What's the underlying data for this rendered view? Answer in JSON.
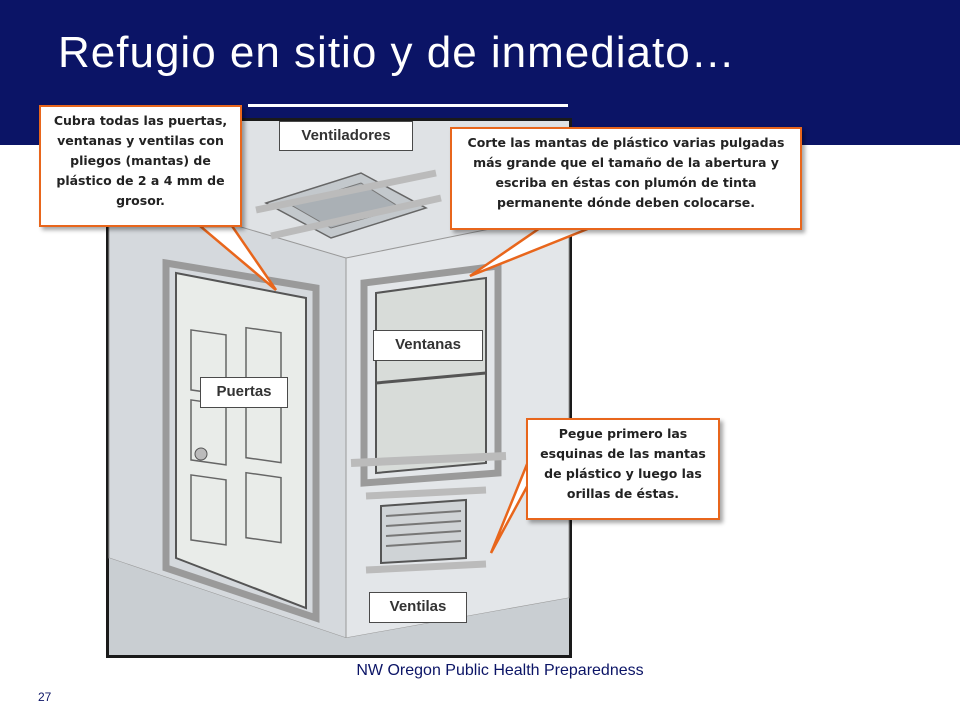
{
  "slide": {
    "title": "Refugio en sitio y de inmediato…",
    "footer": "NW Oregon Public Health Preparedness",
    "page_number": "27"
  },
  "labels": {
    "ventiladores": "Ventiladores",
    "ventanas": "Ventanas",
    "puertas": "Puertas",
    "ventilas": "Ventilas"
  },
  "callouts": {
    "cover": "Cubra todas las puertas, ventanas y ventilas con pliegos (mantas) de plástico de 2 a 4 mm de grosor.",
    "cut": "Corte las mantas de plástico varias pulgadas más grande que el tamaño de la abertura y escriba en éstas con plumón de tinta permanente dónde deben colocarse.",
    "tape": "Pegue primero las esquinas de las mantas de plástico y luego las orillas de éstas."
  },
  "colors": {
    "banner": "#0b1466",
    "callout_border": "#e8661c",
    "footer_text": "#0b1466"
  }
}
